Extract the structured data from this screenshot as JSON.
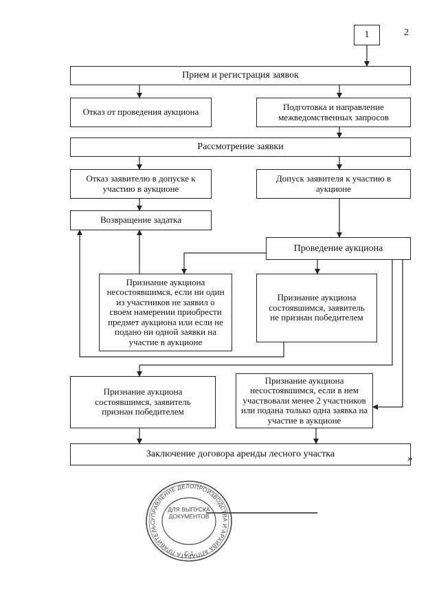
{
  "page": {
    "step_box_number": "1",
    "page_number": "2",
    "closing_quote": "»"
  },
  "flowchart": {
    "reception": "Прием и регистрация заявок",
    "refusal_auction": "Отказ от проведения аукциона",
    "interagency": "Подготовка и направление межведомственных запросов",
    "review": "Рассмотрение заявки",
    "refusal_admission": "Отказ заявителю в допуске к участию в аукционе",
    "admission": "Допуск заявителя к участию в аукционе",
    "deposit_return": "Возвращение задатка",
    "conduct": "Проведение аукциона",
    "failed_no_bids": "Признание аукциона несостоявшимся, если ни один из участников не заявил о своем намерении приобрести предмет аукциона или если не подано ни одной заявки на участие в аукционе",
    "held_not_winner": "Признание аукциона состоявшимся, заявитель не признан победителем",
    "held_winner": "Признание аукциона состоявшимся, заявитель признан победителем",
    "failed_few": "Признание аукциона несостоявшимся, если в нем участвовали менее 2 участников или подана только одна заявка на участие в аукционе",
    "contract": "Заключение договора аренды лесного участка"
  },
  "stamp": {
    "center_text": "ДЛЯ ВЫПУСКА ДОКУМЕНТОВ",
    "ring_text": "УПРАВЛЕНИЕ ДЕЛОПРОИЗВОДСТВА И АРХИВА АППАРАТА ПРАВИТЕЛЬСТВА СТАВРОПОЛЬСКОГО КРАЯ",
    "code": "С-1"
  }
}
